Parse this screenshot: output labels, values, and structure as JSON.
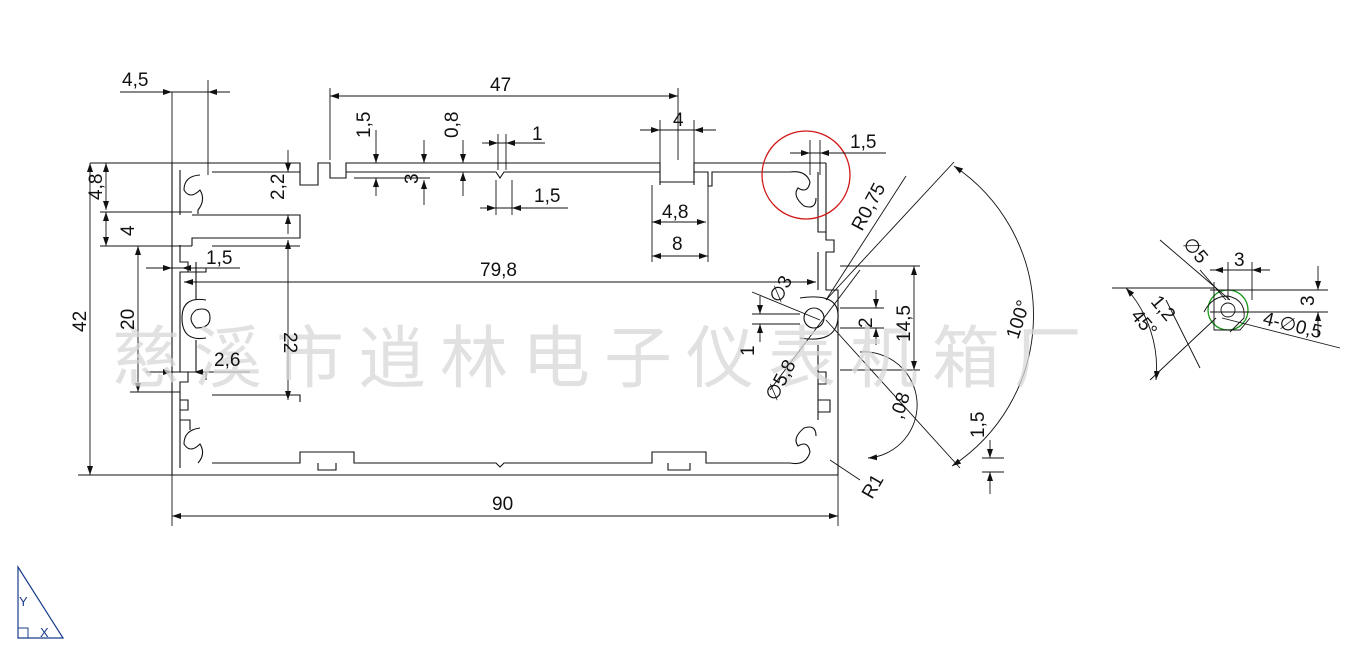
{
  "watermark": "慈溪市逍林电子仪表机箱厂",
  "dimensions": {
    "d_4_5": "4,5",
    "d_47": "47",
    "d_1_5_top": "1,5",
    "d_0_8": "0,8",
    "d_1": "1",
    "d_4_top": "4",
    "d_1_5_right": "1,5",
    "d_3_top": "3",
    "d_2_2": "2,2",
    "d_1_5_mid": "1,5",
    "d_4_8_left": "4,8",
    "d_4_8_slot": "4,8",
    "d_8": "8",
    "d_R0_75": "R0,75",
    "d_4_left": "4",
    "d_1_5_left": "1,5",
    "d_79_8": "79,8",
    "d_phi3": "∅3",
    "d_42": "42",
    "d_20": "20",
    "d_22": "22",
    "d_2_6": "2,6",
    "d_2": "2",
    "d_14_5": "14,5",
    "d_1_hole": "1",
    "d_phi5_8": "∅5,8",
    "d_0_8_right": ",08",
    "d_100deg": "100°",
    "d_1_5_bottom": "1,5",
    "d_R1": "R1",
    "d_90": "90"
  },
  "detail": {
    "d_phi5": "∅5",
    "d_3_top": "3",
    "d_3_right": "3",
    "d_1_2": "1,2",
    "d_45deg": "45°",
    "d_4_phi0_5": "4-∅0,5"
  },
  "ucs": {
    "y_label": "Y",
    "x_label": "X"
  },
  "colors": {
    "line": "#111111",
    "circle_red": "#d01818",
    "circle_green": "#1a9a1a",
    "watermark": "#d8d8d8"
  }
}
